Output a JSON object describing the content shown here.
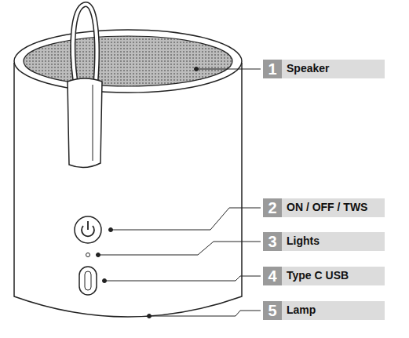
{
  "diagram": {
    "nodes": [
      {
        "text": [
          "1",
          "Speaker"
        ]
      },
      {
        "text": [
          "2",
          "ON / OFF / TWS"
        ]
      },
      {
        "text": [
          "3",
          "Lights"
        ]
      },
      {
        "text": [
          "4",
          "Type C USB"
        ]
      },
      {
        "text": [
          "5",
          "Lamp"
        ]
      }
    ]
  }
}
